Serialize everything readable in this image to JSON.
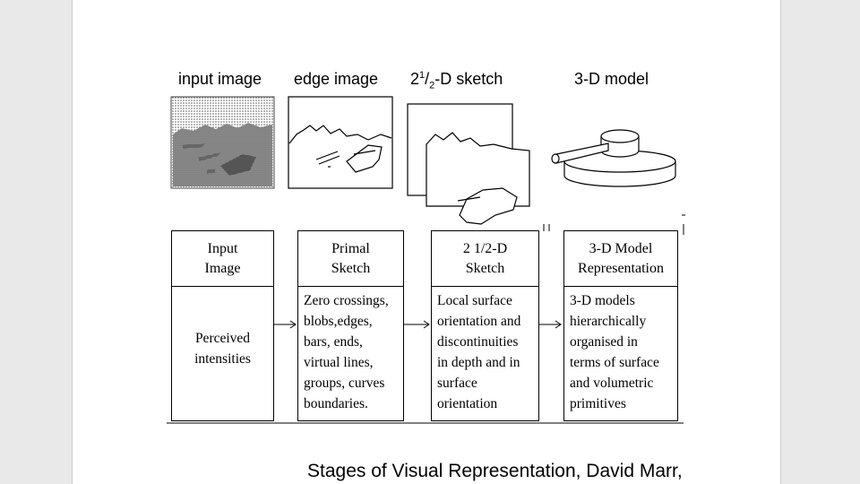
{
  "top_labels": {
    "input": "input image",
    "edge": "edge image",
    "sketch_prefix": "2",
    "sketch_sup": "1",
    "sketch_slash": "/",
    "sketch_sub": "2",
    "sketch_suffix": "-D sketch",
    "model": "3-D model"
  },
  "stages": [
    {
      "title": [
        "Input",
        "Image"
      ],
      "body": [
        "Perceived",
        "intensities"
      ]
    },
    {
      "title": [
        "Primal",
        "Sketch"
      ],
      "body": [
        "Zero crossings,",
        "blobs,edges,",
        "bars, ends,",
        "virtual lines,",
        "groups, curves",
        "boundaries."
      ]
    },
    {
      "title": [
        "2 1/2-D",
        "Sketch"
      ],
      "body": [
        "Local surface",
        "orientation and",
        "discontinuities",
        "in depth and in",
        "surface",
        "orientation"
      ]
    },
    {
      "title": [
        "3-D Model",
        "Representation"
      ],
      "body": [
        "3-D models",
        "hierarchically",
        "organised in",
        "terms of surface",
        "and volumetric",
        "primitives"
      ]
    }
  ],
  "caption": "Stages of Visual Representation, David Marr,"
}
